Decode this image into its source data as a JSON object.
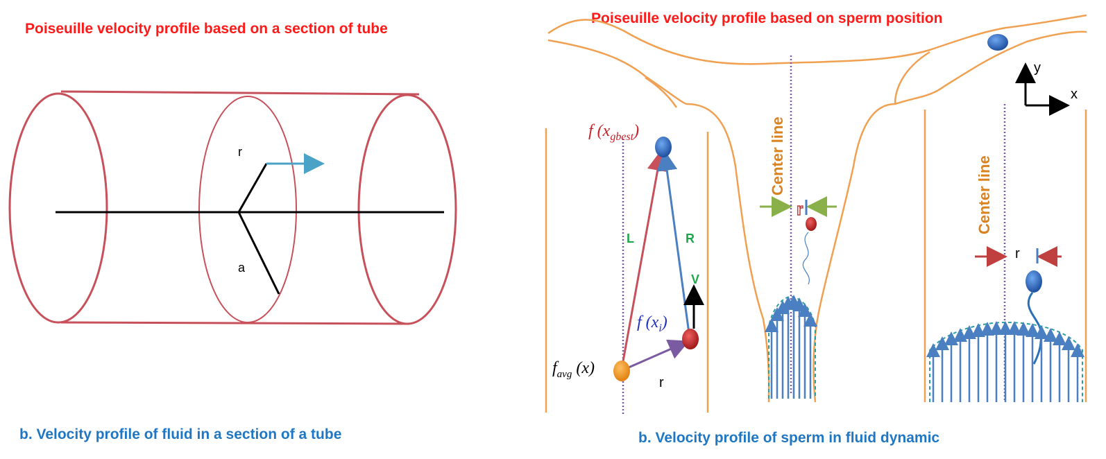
{
  "left_panel": {
    "title": "Poiseuille velocity profile  based on a section of tube",
    "caption": "b. Velocity profile of  fluid in a section of a tube",
    "label_r": "r",
    "label_a": "a"
  },
  "right_panel": {
    "title": "Poiseuille velocity profile based on sperm position",
    "caption": "b. Velocity profile of  sperm  in fluid dynamic",
    "axis_y": "y",
    "axis_x": "x",
    "center_line_1": "Center line",
    "center_line_2": "Center line",
    "label_L": "L",
    "label_R": "R",
    "label_V": "V",
    "label_r_bottom": "r",
    "label_r_mid": "r",
    "label_r_right": "r",
    "f_gbest": {
      "f": "f",
      "open": " (x",
      "sub": "gbest",
      "close": ")"
    },
    "f_i": {
      "f": "f",
      "open": "  (x",
      "sub": "i",
      "close": ")"
    },
    "f_avg": {
      "f": "f",
      "sub": "avg",
      "rest": " (x)"
    }
  },
  "colors": {
    "tube": "#c8505a",
    "arrow_teal": "#4aa3c6",
    "orange": "#f0a050",
    "red_title": "#ff1a1a",
    "blue_caption": "#1f77c4",
    "green": "#1ca84a",
    "profile_blue": "#4a7fc1"
  }
}
